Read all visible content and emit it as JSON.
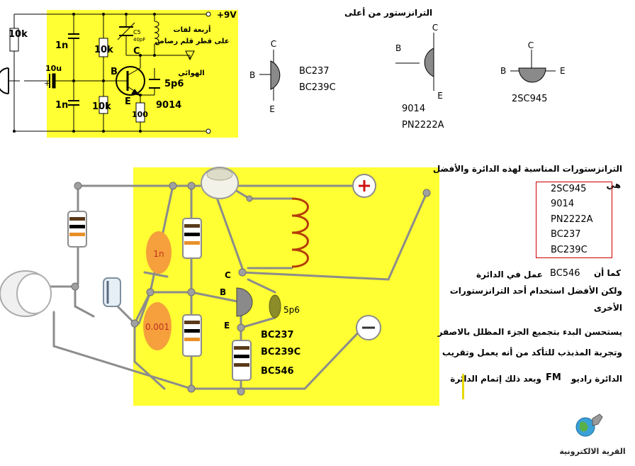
{
  "schematic": {
    "supply_label": "+9V",
    "r_bias_label": "10k",
    "cap_coupling_label": "10u",
    "cap_top_label": "1n",
    "cap_bottom_label": "1n",
    "r_upper_label": "10k",
    "r_lower_label": "10k",
    "c5_label": "C5",
    "c5_value": "40pF",
    "coil_note_line1": "أربعة لفات",
    "coil_note_line2": "على قطر قلم رصاص",
    "antenna_label": "الهوائي",
    "pin_c": "C",
    "pin_b": "B",
    "pin_e": "E",
    "cap_fb_label": "5p6",
    "transistor_label": "9014",
    "r_emitter_label": "100"
  },
  "pinouts": {
    "title": "الترانزستور من أعلى",
    "a": {
      "c": "C",
      "b": "B",
      "e": "E",
      "name1": "BC237",
      "name2": "BC239C"
    },
    "b": {
      "c": "C",
      "b": "B",
      "e": "E",
      "name1": "9014",
      "name2": "PN2222A"
    },
    "c": {
      "c": "C",
      "b": "B",
      "e": "E",
      "name1": "2SC945"
    }
  },
  "breadboard": {
    "cap1_label": "1n",
    "cap2_label": "0.001",
    "cap3_label": "5p6",
    "pin_c": "C",
    "pin_b": "B",
    "pin_e": "E",
    "t1": "BC237",
    "t2": "BC239C",
    "t3": "BC546"
  },
  "notes": {
    "suitable_title_line1": "الترانزستورات المناسبة لهذه الدائرة والأفضل",
    "suitable_title_line2": "هي",
    "list": [
      "2SC945",
      "9014",
      "PN2222A",
      "BC237",
      "BC239C"
    ],
    "bc546_prefix": "كما أن",
    "bc546_name": "BC546",
    "bc546_suffix": "عمل في الدائرة",
    "note2_line1": "ولكن الأفضل استخدام أحد الترانزستورات",
    "note2_line2": "الأخرى",
    "note3_line1": "يستحسن البدء بتجميع الجزء المظلل بالاصفر",
    "note3_line2": "وتجربة المذبذب للتأكد من أنه يعمل وتقريب",
    "note4_prefix": "الدائرة راديو",
    "note4_fm": "FM",
    "note4_suffix": "وبعد ذلك إتمام الدائرة"
  },
  "logo": {
    "text": "القرية الالكترونية"
  },
  "colors": {
    "yellow": "#ffff33",
    "orange": "#f5a03c",
    "wire_gray": "#8c8c8c",
    "coil_brown": "#b43c0a",
    "cap_olive": "#8c8c28",
    "red_frame": "#cc0000",
    "plus_red": "#d01010"
  }
}
